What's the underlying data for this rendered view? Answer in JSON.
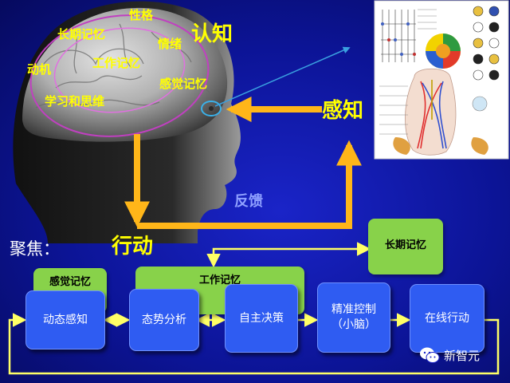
{
  "brain_labels": {
    "personality": "性格",
    "long_term_memory": "长期记忆",
    "emotion": "情绪",
    "motivation": "动机",
    "working_memory": "工作记忆",
    "sensory_memory": "感觉记忆",
    "learning_thinking": "学习和思维"
  },
  "stages": {
    "cognition": "认知",
    "perception": "感知",
    "action": "行动",
    "feedback": "反馈"
  },
  "focus_label": "聚焦：",
  "memory_boxes": {
    "sensory_memory": "感觉记忆",
    "working_memory": "工作记忆",
    "long_term_memory": "长期记忆"
  },
  "process_boxes": {
    "dynamic_perception": "动态感知",
    "situation_analysis": "态势分析",
    "autonomous_decision": "自主决策",
    "precise_control_line1": "精准控制",
    "precise_control_line2": "（小脑）",
    "online_action": "在线行动"
  },
  "watermark": "新智元",
  "colors": {
    "background": "#0c1496",
    "label_yellow": "#ffff00",
    "arrow_orange": "#ffb619",
    "box_green": "#88d24a",
    "box_blue": "#2f5cf2",
    "feedback_text": "#8fa0ff"
  }
}
